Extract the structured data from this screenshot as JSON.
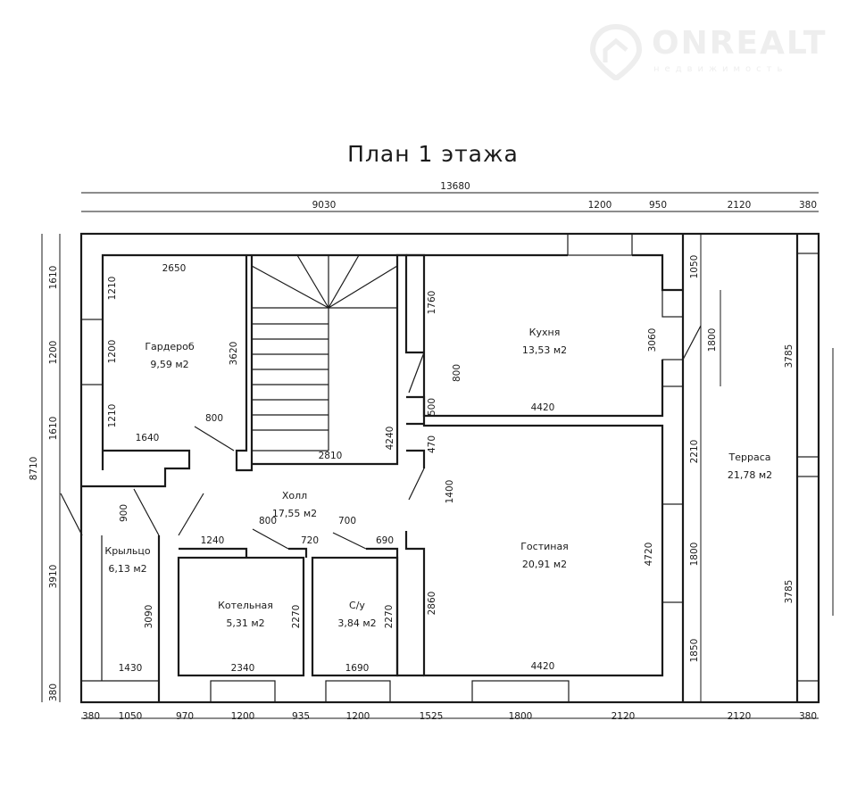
{
  "title": "План 1 этажа",
  "watermark": {
    "name": "ONREALT",
    "subtitle": "недвижимость"
  },
  "rooms": [
    {
      "name": "Гардероб",
      "area": "9,59 м2"
    },
    {
      "name": "Кухня",
      "area": "13,53 м2"
    },
    {
      "name": "Холл",
      "area": "17,55 м2"
    },
    {
      "name": "Гостиная",
      "area": "20,91 м2"
    },
    {
      "name": "Терраса",
      "area": "21,78 м2"
    },
    {
      "name": "Крыльцо",
      "area": "6,13 м2"
    },
    {
      "name": "Котельная",
      "area": "5,31 м2"
    },
    {
      "name": "С/у",
      "area": "3,84 м2"
    }
  ],
  "dims": {
    "top": [
      "13680",
      "9030",
      "1200",
      "950",
      "2120",
      "380"
    ],
    "bottom": [
      "380",
      "1050",
      "970",
      "1200",
      "935",
      "1200",
      "1525",
      "1800",
      "2120",
      "2120",
      "380"
    ],
    "left": [
      "8710",
      "1610",
      "1200",
      "1610",
      "3910",
      "380"
    ],
    "garderob": [
      "2650",
      "1210",
      "1200",
      "1210",
      "1640",
      "3620",
      "800"
    ],
    "stair": [
      "2810",
      "4240"
    ],
    "kitchen": [
      "1760",
      "800",
      "500",
      "4420",
      "3060"
    ],
    "right": [
      "1050",
      "1800",
      "2210",
      "1800",
      "1850",
      "3785",
      "3785"
    ],
    "living": [
      "470",
      "1400",
      "2860",
      "4720",
      "4420"
    ],
    "hall": [
      "900",
      "1240",
      "800",
      "720",
      "700",
      "690"
    ],
    "kotel": [
      "2270",
      "2340"
    ],
    "su": [
      "2270",
      "1690"
    ],
    "porch": [
      "3090",
      "1430"
    ]
  }
}
